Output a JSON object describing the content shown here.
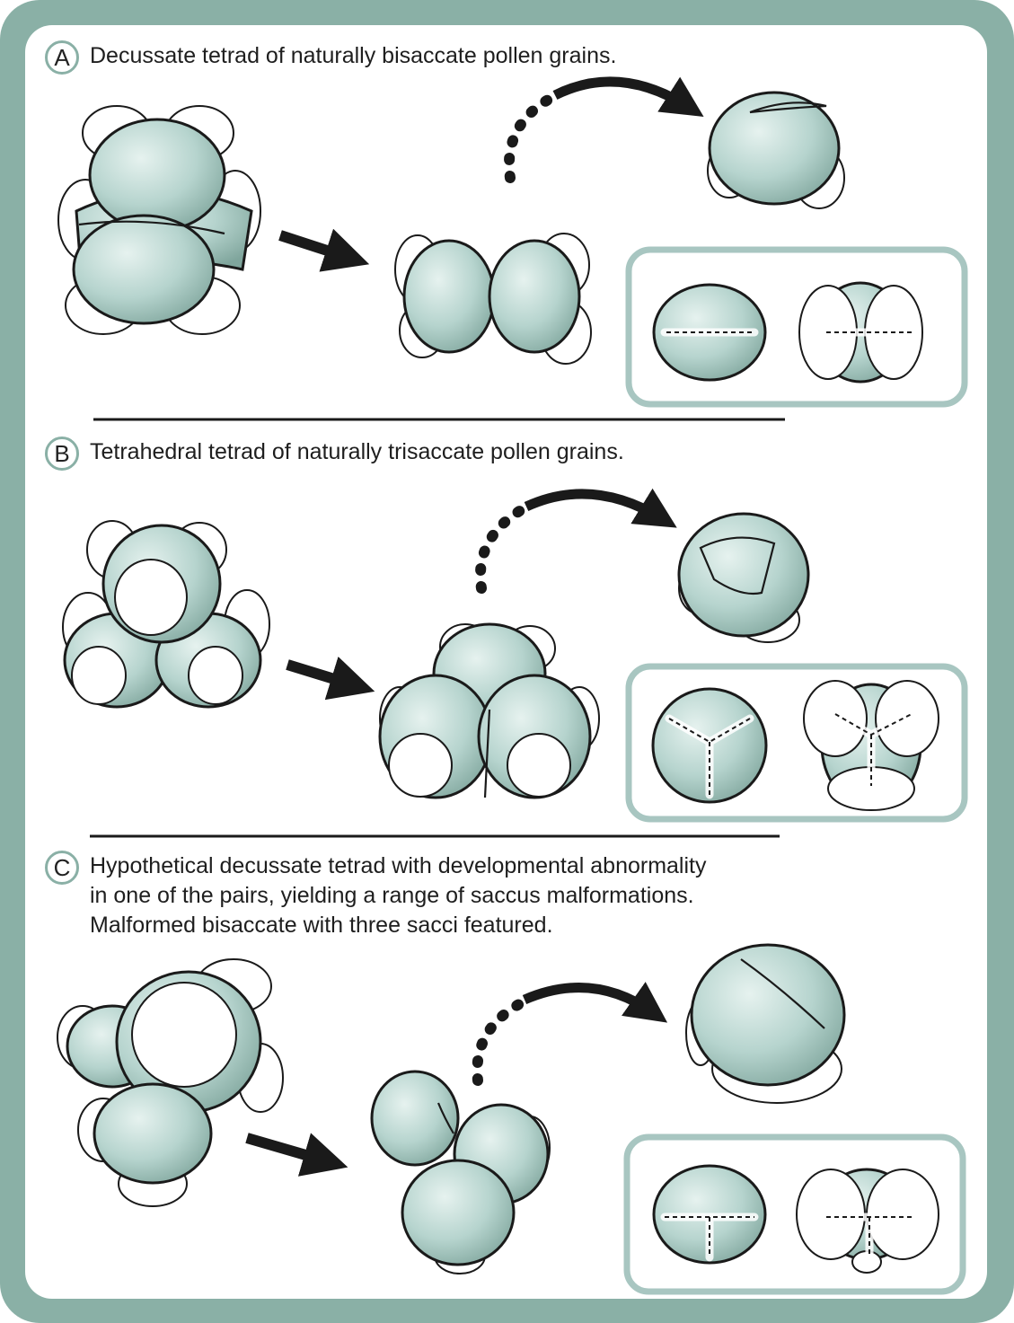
{
  "colors": {
    "frame": "#8ab0a6",
    "grain_fill": "#a9ccc6",
    "grain_highlight": "#e6f2ef",
    "outline": "#1a1a1a",
    "saccus": "#ffffff",
    "inset_border": "#a8c6c1"
  },
  "panels": [
    {
      "letter": "A",
      "caption": [
        "Decussate tetrad of naturally bisaccate pollen grains."
      ]
    },
    {
      "letter": "B",
      "caption": [
        "Tetrahedral tetrad of naturally trisaccate pollen grains."
      ]
    },
    {
      "letter": "C",
      "caption": [
        "Hypothetical decussate tetrad with developmental abnormality",
        "in one of the pairs, yielding a range of saccus malformations.",
        "Malformed bisaccate with three sacci featured."
      ]
    }
  ]
}
